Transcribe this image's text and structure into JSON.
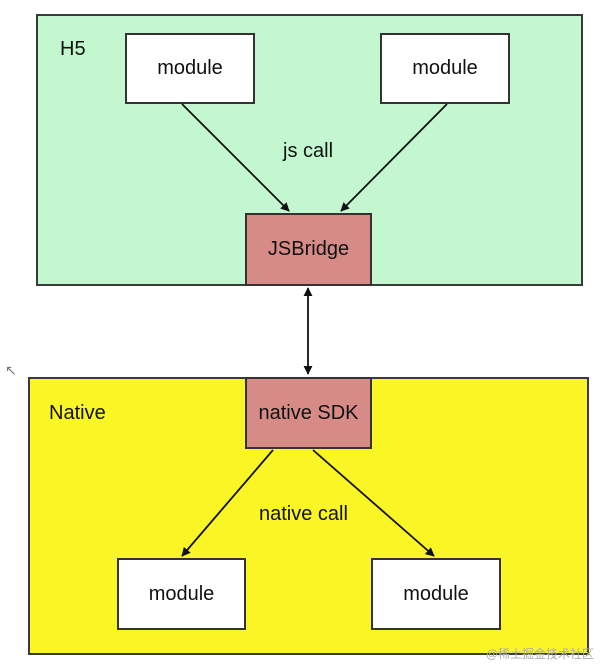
{
  "h5": {
    "label": "H5",
    "modules": [
      "module",
      "module"
    ],
    "call_label": "js call",
    "bridge_label": "JSBridge"
  },
  "native": {
    "label": "Native",
    "sdk_label": "native SDK",
    "call_label": "native call",
    "modules": [
      "module",
      "module"
    ]
  },
  "colors": {
    "h5_background": "#c3f7cf",
    "native_background": "#faf525",
    "bridge_fill": "#d78b87",
    "module_fill": "#ffffff"
  },
  "watermark": "@稀土掘金技术社区"
}
